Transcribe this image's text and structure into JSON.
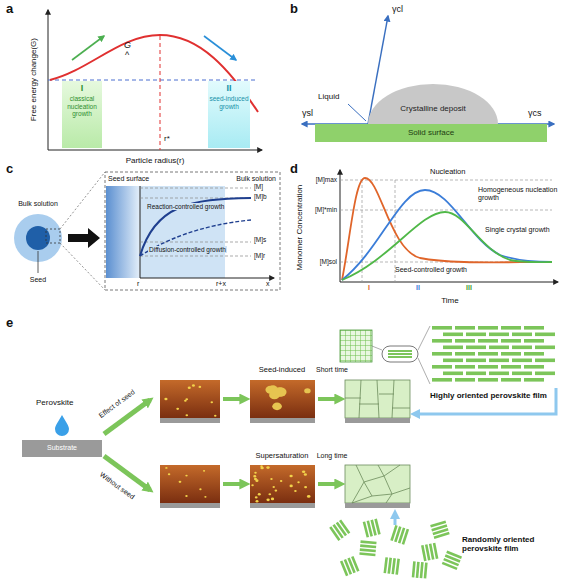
{
  "diagram": {
    "nodes": [
      {
        "text": [
          "I",
          "classical nucleation growth"
        ]
      },
      {
        "text": [
          "II",
          "seed-induced growth"
        ]
      },
      {
        "text": [
          "Crystalline deposit"
        ]
      },
      {
        "text": [
          "Solid surface"
        ]
      },
      {
        "text": [
          "Substrate"
        ]
      }
    ],
    "labels": [
      "a",
      "Free energy change(G)",
      "Particle radius(r)",
      "G",
      "^",
      "r*",
      "b",
      "γcl",
      "Liquid",
      "γsl",
      "γcs",
      "c",
      "Bulk solution",
      "Seed",
      "Seed surface",
      "Bulk solution",
      "[M]",
      "[M]b",
      "Reaction-controlled growth",
      "Diffusion-controlled growth",
      "[M]s",
      "[M]r",
      "r",
      "r+x",
      "x",
      "d",
      "Monomer Concentration",
      "[M]max",
      "[M]*min",
      "[M]sol",
      "Nucleation",
      "Homogeneous nucleation growth",
      "Single crystal growth",
      "Seed-controlled growth",
      "I",
      "II",
      "III",
      "Time",
      "e",
      "Perovskite",
      "Effect of seed",
      "Without seed",
      "Seed-induced",
      "Short time",
      "Highly oriented perovskite film",
      "Supersaturation",
      "Long time",
      "Randomly oriented perovskite film"
    ]
  }
}
